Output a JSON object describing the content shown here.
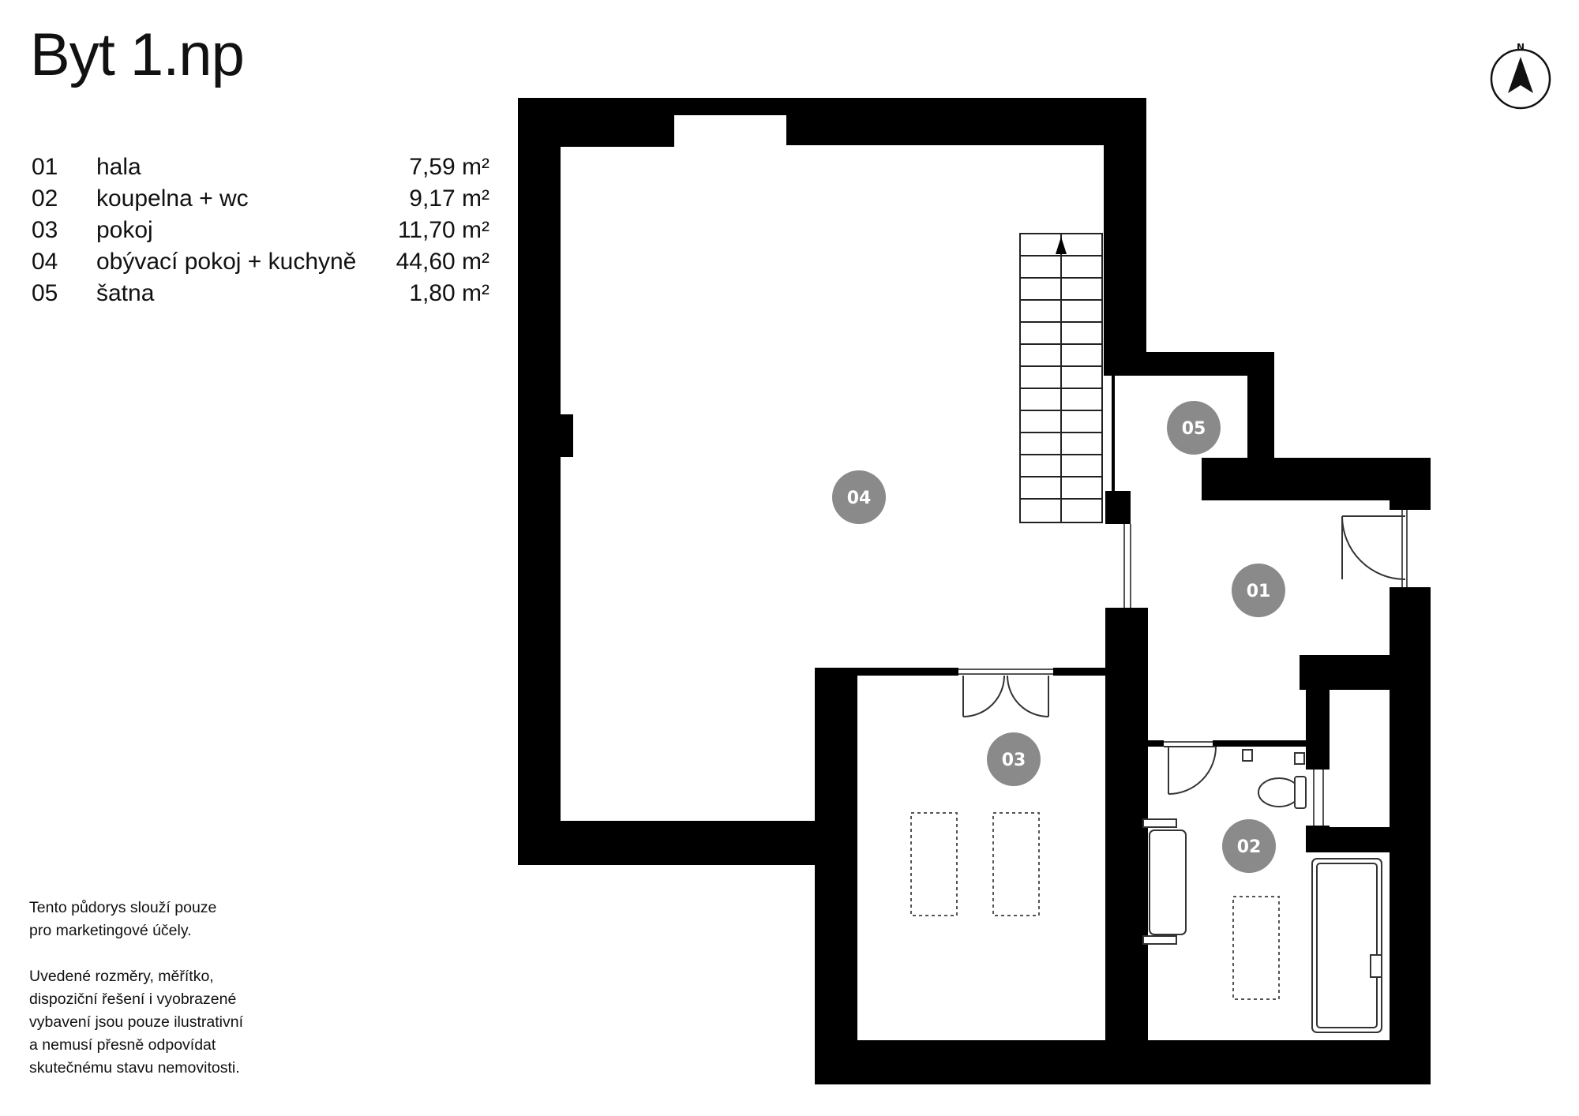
{
  "title": "Byt 1.np",
  "legend": [
    {
      "num": "01",
      "name": "hala",
      "area": "7,59 m²"
    },
    {
      "num": "02",
      "name": "koupelna + wc",
      "area": "9,17 m²"
    },
    {
      "num": "03",
      "name": "pokoj",
      "area": "11,70 m²"
    },
    {
      "num": "04",
      "name": "obývací pokoj + kuchyně",
      "area": "44,60 m²"
    },
    {
      "num": "05",
      "name": "šatna",
      "area": "1,80 m²"
    }
  ],
  "badges": {
    "r01": "01",
    "r02": "02",
    "r03": "03",
    "r04": "04",
    "r05": "05"
  },
  "compass": {
    "label": "N"
  },
  "disclaimer": {
    "p1": [
      "Tento půdorys slouží pouze",
      "pro marketingové účely."
    ],
    "p2": [
      "Uvedené rozměry, měřítko,",
      "dispoziční řešení i vyobrazené",
      "vybavení jsou pouze ilustrativní",
      "a nemusí přesně odpovídat",
      "skutečnému stavu nemovitosti."
    ]
  },
  "colors": {
    "wall": "#000000",
    "badge": "#8a8a8a",
    "background": "#ffffff"
  }
}
